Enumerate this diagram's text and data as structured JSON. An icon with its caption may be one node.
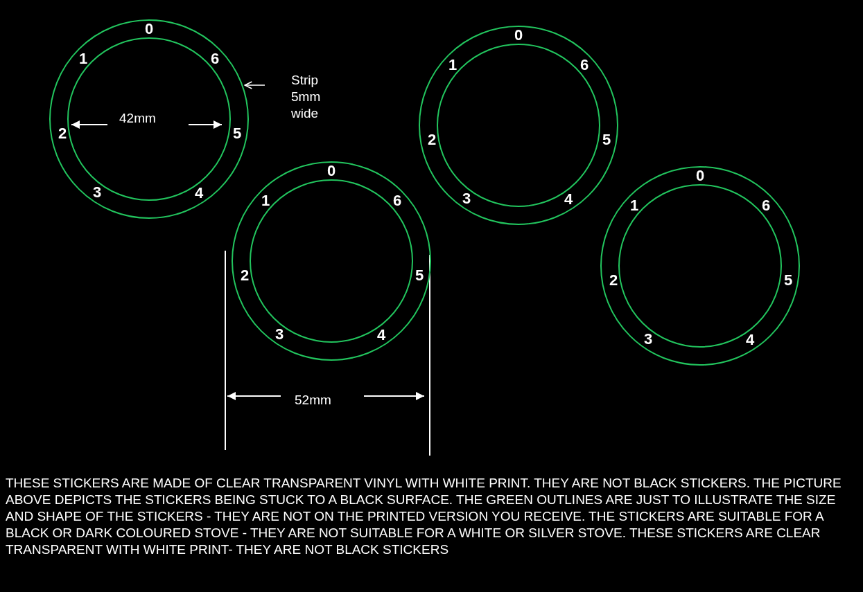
{
  "diagram": {
    "nodes": [
      {
        "text": [
          "0",
          "1",
          "6",
          "2",
          "5",
          "3",
          "4"
        ]
      },
      {
        "text": [
          "Strip 5mm wide"
        ]
      },
      {
        "text": [
          "0",
          "1",
          "6",
          "2",
          "5",
          "3",
          "4"
        ]
      },
      {
        "text": [
          "0",
          "1",
          "6",
          "2",
          "5",
          "3",
          "4"
        ]
      },
      {
        "text": [
          "0",
          "1",
          "6",
          "2",
          "5",
          "3",
          "4"
        ]
      }
    ],
    "edges": [
      {
        "from": 1,
        "to": 0,
        "arrow": "to"
      }
    ],
    "labels": [
      "42mm",
      "52mm",
      "THESE STICKERS ARE MADE OF CLEAR TRANSPARENT VINYL WITH WHITE PRINT. THEY ARE NOT BLACK STICKERS. THE PICTURE ABOVE DEPICTS THE STICKERS BEING STUCK TO A BLACK SURFACE. THE GREEN OUTLINES ARE JUST TO ILLUSTRATE THE SIZE AND SHAPE OF THE STICKERS - THEY ARE NOT ON THE PRINTED VERSION YOU RECEIVE. THE STICKERS ARE SUITABLE FOR A BLACK OR DARK COLOURED STOVE - THEY ARE NOT SUITABLE FOR A WHITE OR SILVER STOVE. THESE STICKERS ARE CLEAR TRANSPARENT WITH WHITE PRINT- THEY ARE NOT BLACK STICKERS"
    ]
  }
}
